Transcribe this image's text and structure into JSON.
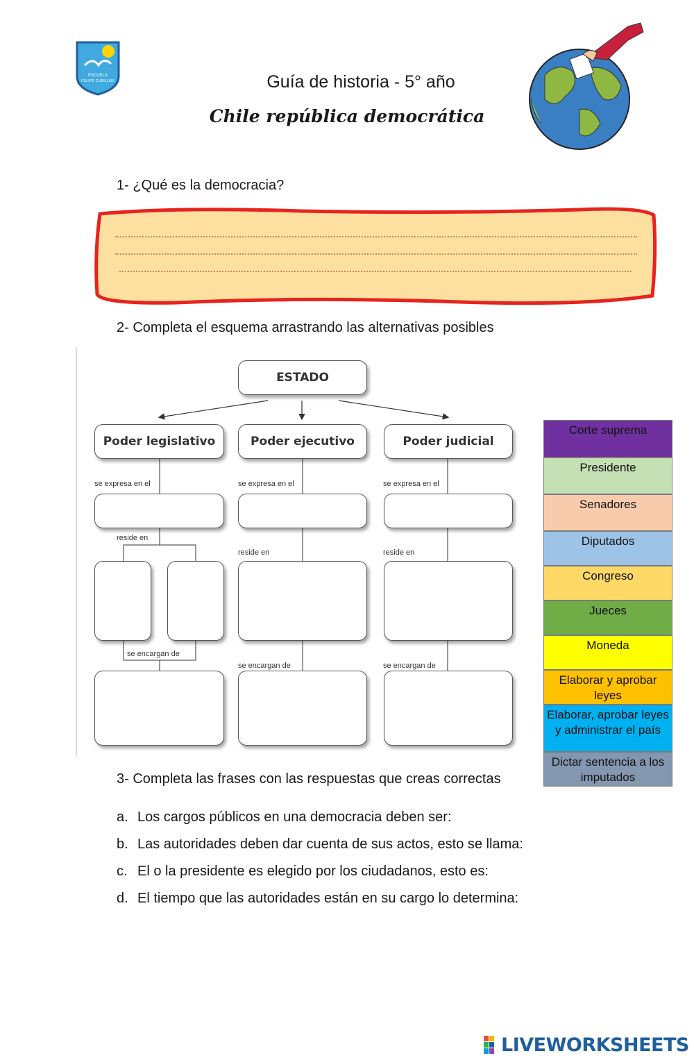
{
  "header": {
    "title": "Guía de historia - 5° año",
    "subtitle": "Chile república democrática",
    "logo_text": [
      "ESCUELA",
      "FELIPE CUBILLOS"
    ]
  },
  "questions": {
    "q1": "1- ¿Qué es la democracia?",
    "q2": "2- Completa el esquema arrastrando las alternativas posibles",
    "q3": "3- Completa las frases con las respuestas que creas correctas"
  },
  "diagram": {
    "root": "ESTADO",
    "powers": [
      "Poder legislativo",
      "Poder ejecutivo",
      "Poder judicial"
    ],
    "labels": {
      "expresa": "se expresa en el",
      "reside": "reside en",
      "encargan": "se encargan de"
    }
  },
  "options": [
    {
      "label": "Corte suprema",
      "color": "#7030a0"
    },
    {
      "label": "Presidente",
      "color": "#c5e0b4"
    },
    {
      "label": "Senadores",
      "color": "#f8cbad"
    },
    {
      "label": "Diputados",
      "color": "#9dc3e6"
    },
    {
      "label": "Congreso",
      "color": "#ffd966"
    },
    {
      "label": "Jueces",
      "color": "#70ad47"
    },
    {
      "label": "Moneda",
      "color": "#ffff00"
    },
    {
      "label": "Elaborar y aprobar leyes",
      "color": "#ffc000"
    },
    {
      "label": "Elaborar, aprobar leyes y administrar el país",
      "color": "#00b0f0"
    },
    {
      "label": "Dictar sentencia a los imputados",
      "color": "#8497b0"
    }
  ],
  "sentences": [
    {
      "letter": "a.",
      "text": "Los cargos públicos en una democracia deben ser:"
    },
    {
      "letter": "b.",
      "text": "Las autoridades deben dar cuenta de sus actos, esto se llama:"
    },
    {
      "letter": "c.",
      "text": "El o la presidente es elegido por los ciudadanos, esto es:"
    },
    {
      "letter": "d.",
      "text": "El tiempo que las autoridades están en su cargo lo determina:"
    }
  ],
  "brand": {
    "text": "LIVEWORKSHEETS"
  }
}
